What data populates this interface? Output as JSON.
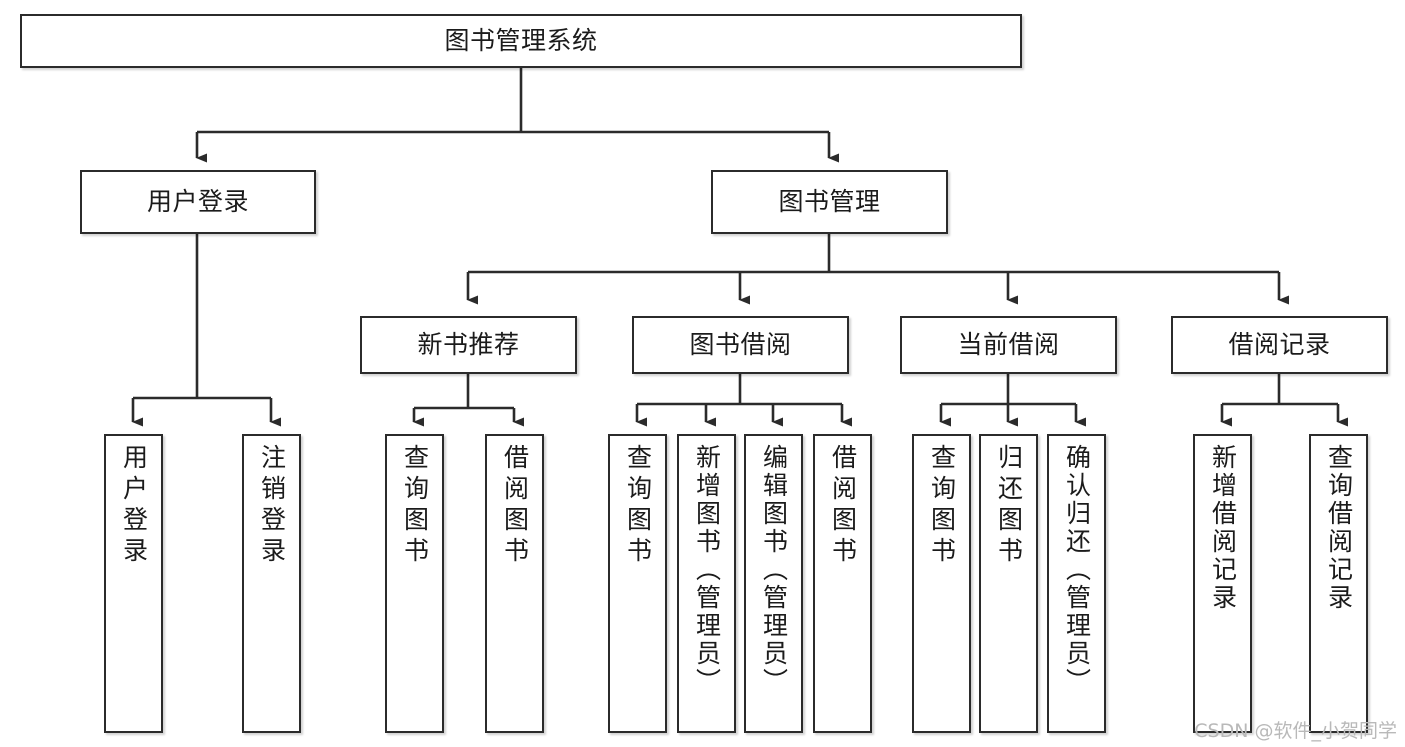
{
  "diagram": {
    "type": "tree-hierarchy",
    "title": "图书管理系统",
    "watermark": "CSDN @软件_小贺同学",
    "colors": {
      "box_border": "#2b2b2b",
      "box_fill": "#ffffff",
      "edge": "#2b2b2b",
      "text": "#1b1b1b",
      "watermark": "#b9b9b9",
      "background": "#ffffff"
    },
    "nodes": {
      "root": {
        "label": "图书管理系统",
        "level": 1
      },
      "user_login": {
        "label": "用户登录",
        "level": 2
      },
      "book_manage": {
        "label": "图书管理",
        "level": 2
      },
      "new_book_rec": {
        "label": "新书推荐",
        "level": 3
      },
      "book_borrow": {
        "label": "图书借阅",
        "level": 3
      },
      "current_borrow": {
        "label": "当前借阅",
        "level": 3
      },
      "borrow_record": {
        "label": "借阅记录",
        "level": 3
      },
      "leaf_user_login": {
        "label": "用户登录",
        "level": 3
      },
      "leaf_logout": {
        "label": "注销登录",
        "level": 3
      },
      "leaf_query_book_1": {
        "label": "查询图书",
        "level": 4
      },
      "leaf_borrow_book_1": {
        "label": "借阅图书",
        "level": 4
      },
      "leaf_query_book_2": {
        "label": "查询图书",
        "level": 4
      },
      "leaf_add_book": {
        "label": "新增图书（管理员）",
        "level": 4
      },
      "leaf_edit_book": {
        "label": "编辑图书（管理员）",
        "level": 4
      },
      "leaf_borrow_book_2": {
        "label": "借阅图书",
        "level": 4
      },
      "leaf_query_book_3": {
        "label": "查询图书",
        "level": 4
      },
      "leaf_return_book": {
        "label": "归还图书",
        "level": 4
      },
      "leaf_confirm_return": {
        "label": "确认归还（管理员）",
        "level": 4
      },
      "leaf_add_record": {
        "label": "新增借阅记录",
        "level": 4
      },
      "leaf_query_record": {
        "label": "查询借阅记录",
        "level": 4
      }
    }
  }
}
